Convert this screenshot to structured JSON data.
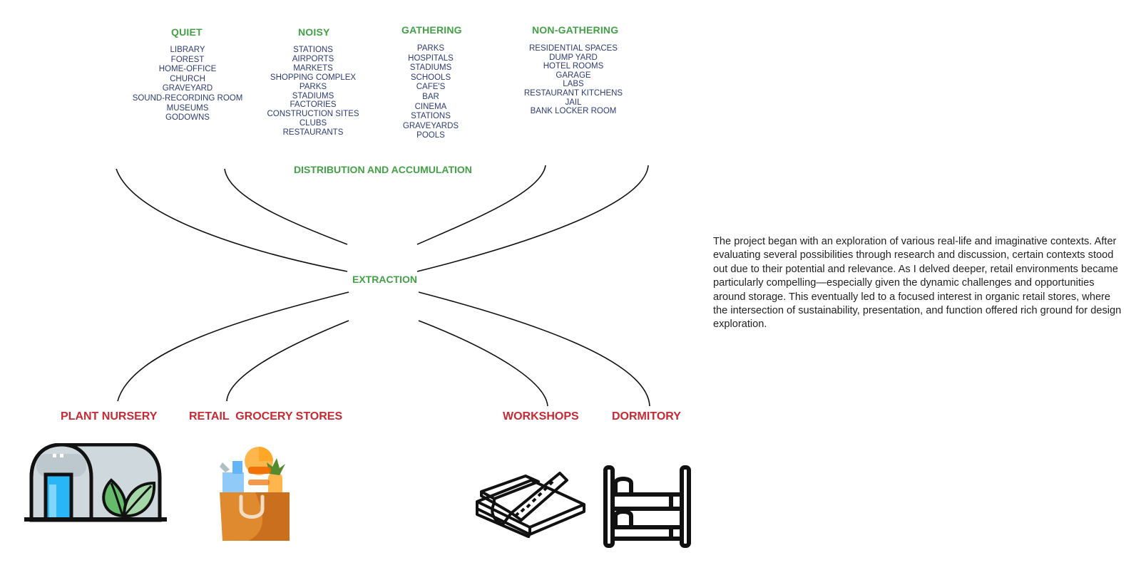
{
  "colors": {
    "green": "#43a047",
    "navy": "#2d3b75",
    "red": "#c62a33",
    "text": "#222222",
    "line": "#111111"
  },
  "categories": [
    {
      "title": "QUIET",
      "items": [
        "LIBRARY",
        "FOREST",
        "HOME-OFFICE",
        "CHURCH",
        "GRAVEYARD",
        "SOUND-RECORDING ROOM",
        "MUSEUMS",
        "GODOWNS"
      ]
    },
    {
      "title": "NOISY",
      "items": [
        "STATIONS",
        "AIRPORTS",
        "MARKETS",
        "SHOPPING COMPLEX",
        "PARKS",
        "STADIUMS",
        "FACTORIES",
        "CONSTRUCTION SITES",
        "CLUBS",
        "RESTAURANTS"
      ]
    },
    {
      "title": "GATHERING",
      "items": [
        "PARKS",
        "HOSPITALS",
        "STADIUMS",
        "SCHOOLS",
        "CAFE'S",
        "BAR",
        "CINEMA",
        "STATIONS",
        "GRAVEYARDS",
        "POOLS"
      ]
    },
    {
      "title": "NON-GATHERING",
      "items": [
        "RESIDENTIAL SPACES",
        "DUMP YARD",
        "HOTEL ROOMS",
        "GARAGE",
        "LABS",
        "RESTAURANT KITCHENS",
        "JAIL",
        "BANK LOCKER ROOM"
      ]
    }
  ],
  "distribution_label": "DISTRIBUTION AND ACCUMULATION",
  "extraction_label": "EXTRACTION",
  "destinations": [
    {
      "label": "PLANT NURSERY",
      "icon": "greenhouse-icon"
    },
    {
      "label": "RETAIL  GROCERY STORES",
      "icon": "grocery-bag-icon"
    },
    {
      "label": "WORKSHOPS",
      "icon": "saw-and-planks-icon"
    },
    {
      "label": "DORMITORY",
      "icon": "bunk-bed-icon"
    }
  ],
  "description": "The project began with an exploration of various real-life and imaginative contexts. After evaluating several possibilities through research and discussion, certain contexts stood out due to their potential and relevance. As I delved deeper, retail environments became particularly compelling—especially given the dynamic challenges and opportunities around storage. This eventually led to a focused interest in organic retail stores, where the intersection of sustainability, presentation, and function offered rich ground for design exploration."
}
